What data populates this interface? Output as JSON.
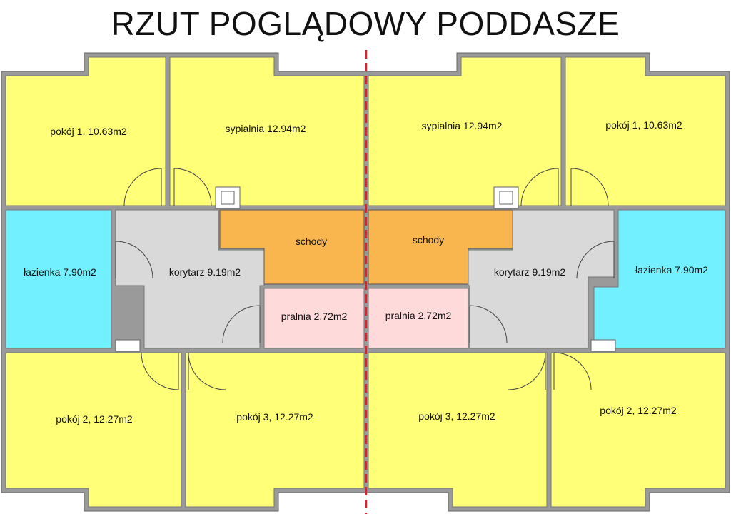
{
  "title": "RZUT POGLĄDOWY PODDASZE",
  "colors": {
    "bedroom": "#ffff78",
    "bathroom": "#72f0ff",
    "corridor": "#d9d9d9",
    "stairs": "#f9b64f",
    "laundry": "#ffdada",
    "wall": "#8a8a8a",
    "axis": "#e0202a"
  },
  "rooms": {
    "left_pokoj1": "pokój 1, 10.63m2",
    "left_sypialnia": "sypialnia 12.94m2",
    "right_sypialnia": "sypialnia 12.94m2",
    "right_pokoj1": "pokój 1, 10.63m2",
    "left_lazienka": "łazienka 7.90m2",
    "left_korytarz": "korytarz 9.19m2",
    "left_schody": "schody",
    "right_schody": "schody",
    "right_korytarz": "korytarz 9.19m2",
    "right_lazienka": "łazienka 7.90m2",
    "left_pralnia": "pralnia 2.72m2",
    "right_pralnia": "pralnia 2.72m2",
    "left_pokoj2": "pokój 2, 12.27m2",
    "left_pokoj3": "pokój 3, 12.27m2",
    "right_pokoj3": "pokój 3, 12.27m2",
    "right_pokoj2": "pokój 2, 12.27m2"
  }
}
